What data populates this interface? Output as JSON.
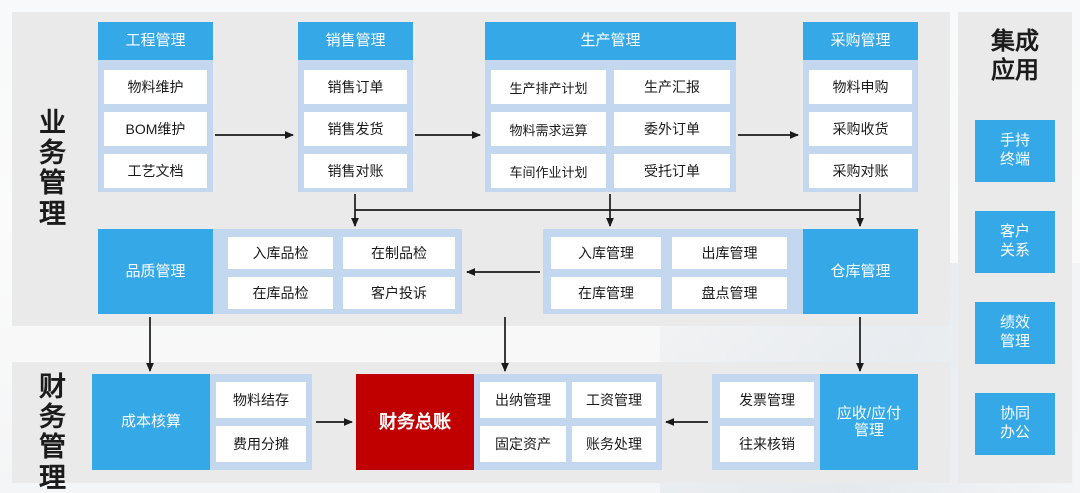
{
  "sections": {
    "business": {
      "label": "业务管理"
    },
    "finance": {
      "label": "财务管理"
    }
  },
  "modules": [
    {
      "id": "engineering",
      "title": "工程管理",
      "items": [
        "物料维护",
        "BOM维护",
        "工艺文档"
      ]
    },
    {
      "id": "sales",
      "title": "销售管理",
      "items": [
        "销售订单",
        "销售发货",
        "销售对账"
      ]
    },
    {
      "id": "production",
      "title": "生产管理",
      "items": [
        "生产排产计划",
        "生产汇报",
        "物料需求运算",
        "委外订单",
        "车间作业计划",
        "受托订单"
      ]
    },
    {
      "id": "purchasing",
      "title": "采购管理",
      "items": [
        "物料申购",
        "采购收货",
        "采购对账"
      ]
    },
    {
      "id": "quality",
      "title": "品质管理",
      "items": [
        "入库品检",
        "在制品检",
        "在库品检",
        "客户投诉"
      ]
    },
    {
      "id": "warehouse",
      "title": "仓库管理",
      "items": [
        "入库管理",
        "出库管理",
        "在库管理",
        "盘点管理"
      ]
    },
    {
      "id": "cost",
      "title": "成本核算",
      "items": [
        "物料结存",
        "费用分摊"
      ]
    },
    {
      "id": "ledger",
      "title": "财务总账",
      "items": [
        "出纳管理",
        "工资管理",
        "固定资产",
        "账务处理"
      ]
    },
    {
      "id": "receivable",
      "title": "应收/应付管理",
      "items": [
        "发票管理",
        "往来核销"
      ]
    }
  ],
  "sidebar": {
    "title": "集成应用",
    "items": [
      "手持终端",
      "客户关系",
      "绩效管理",
      "协同办公"
    ]
  },
  "colors": {
    "accent_blue": "#35a8e8",
    "light_blue": "#c3d8ef",
    "red": "#c00000",
    "panel_gray": "#eaeaea",
    "cell_white": "#ffffff",
    "arrow": "#1a1a1a"
  }
}
